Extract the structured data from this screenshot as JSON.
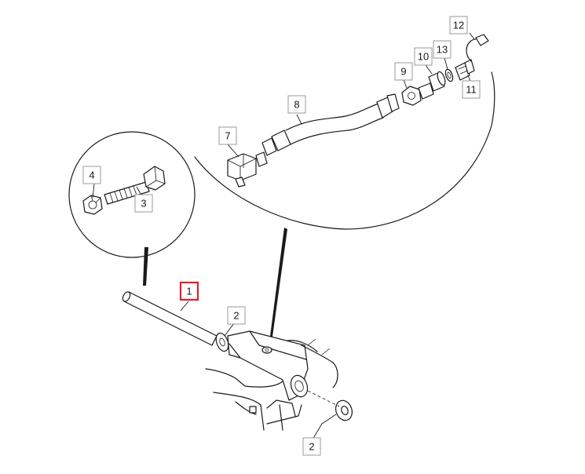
{
  "diagram": {
    "callouts": [
      {
        "id": "c1",
        "label": "1",
        "highlighted": true
      },
      {
        "id": "c2a",
        "label": "2"
      },
      {
        "id": "c2b",
        "label": "2"
      },
      {
        "id": "c3",
        "label": "3"
      },
      {
        "id": "c4",
        "label": "4"
      },
      {
        "id": "c7",
        "label": "7"
      },
      {
        "id": "c8",
        "label": "8"
      },
      {
        "id": "c9",
        "label": "9"
      },
      {
        "id": "c10",
        "label": "10"
      },
      {
        "id": "c11",
        "label": "11"
      },
      {
        "id": "c12",
        "label": "12"
      },
      {
        "id": "c13",
        "label": "13"
      }
    ],
    "colors": {
      "highlight": "#e0202a",
      "ink": "#1a1a1a",
      "callout_border": "#9a9a9a"
    }
  }
}
